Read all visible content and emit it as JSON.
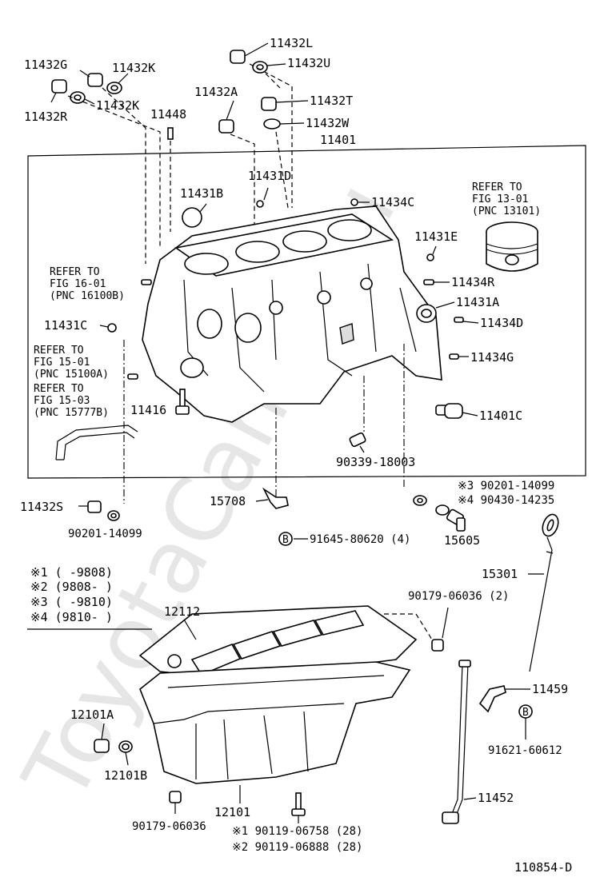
{
  "watermark": "ToyotaCamry.ru",
  "diagram_code": "110854-D",
  "labels": {
    "p11432L": "11432L",
    "p11432U": "11432U",
    "p11432G": "11432G",
    "p11432K_a": "11432K",
    "p11432K_b": "11432K",
    "p11432R": "11432R",
    "p11432A": "11432A",
    "p11448": "11448",
    "p11432T": "11432T",
    "p11432W": "11432W",
    "p11401": "11401",
    "p11431D": "11431D",
    "p11431B": "11431B",
    "p11434C": "11434C",
    "p11431E": "11431E",
    "p11434R": "11434R",
    "p11431A": "11431A",
    "p11434D": "11434D",
    "p11434G": "11434G",
    "p11431C": "11431C",
    "p11416": "11416",
    "p11401C": "11401C",
    "p90339": "90339-18003",
    "p11432S": "11432S",
    "p90201_a": "90201-14099",
    "p15708": "15708",
    "p91645": "91645-80620 (4)",
    "p15605": "15605",
    "p90201_b": "※3 90201-14099",
    "p90430": "※4 90430-14235",
    "p15301": "15301",
    "p90179_2": "90179-06036 (2)",
    "p12112": "12112",
    "p11459": "11459",
    "p91621": "91621-60612",
    "p12101A": "12101A",
    "p12101B": "12101B",
    "p12101": "12101",
    "p11452": "11452",
    "p90179": "90179-06036",
    "p90119a": "※1 90119-06758 (28)",
    "p90119b": "※2 90119-06888 (28)"
  },
  "refer_notes": {
    "piston": [
      "REFER TO",
      "FIG 13-01",
      "(PNC 13101)"
    ],
    "fig16": [
      "REFER TO",
      "FIG 16-01",
      "(PNC 16100B)"
    ],
    "fig15a": [
      "REFER TO",
      "FIG 15-01",
      "(PNC 15100A)"
    ],
    "fig15b": [
      "REFER TO",
      "FIG 15-03",
      "(PNC 15777B)"
    ]
  },
  "legend": [
    "※1 (     -9808)",
    "※2 (9808-     )",
    "※3 (     -9810)",
    "※4 (9810-     )"
  ],
  "bolt_marker": "B"
}
